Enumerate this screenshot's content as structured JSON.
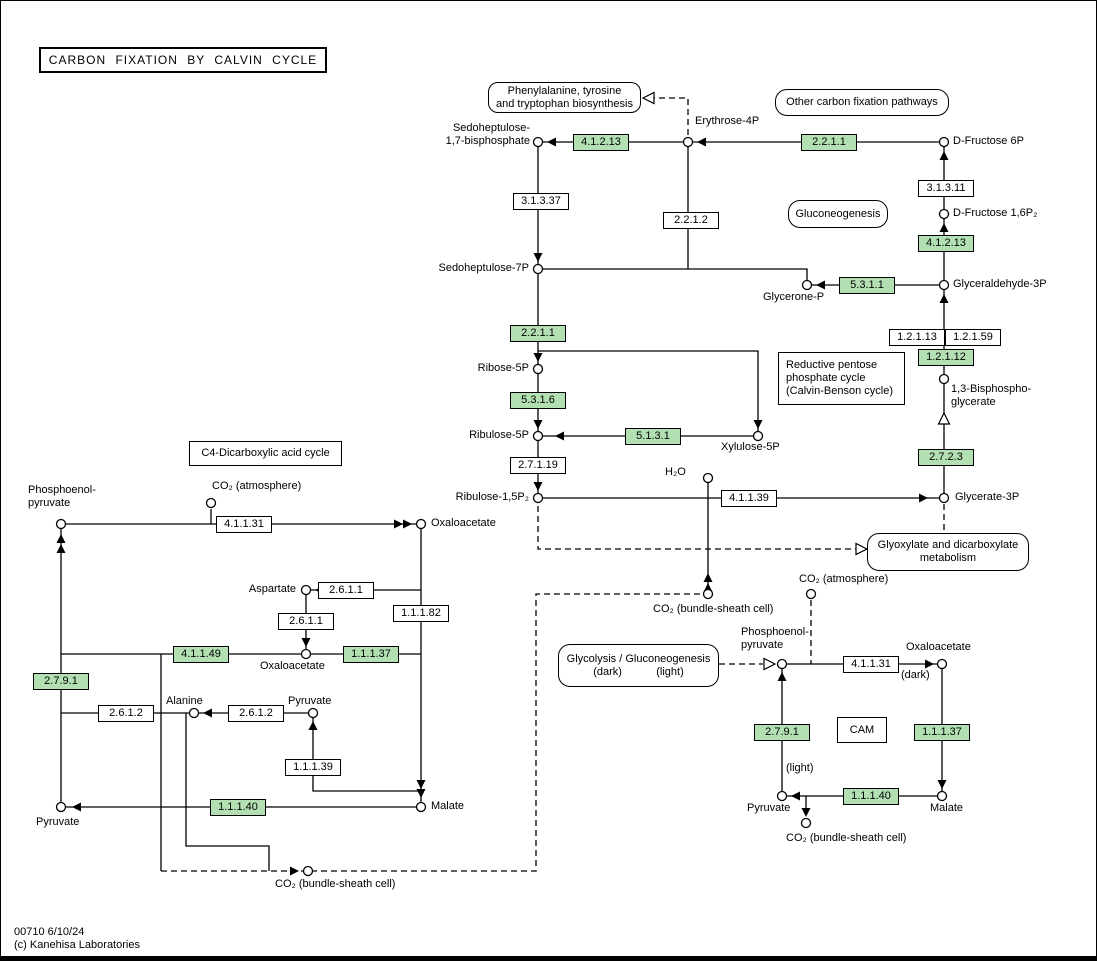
{
  "title": "CARBON FIXATION BY CALVIN CYCLE",
  "footer": {
    "line1": "00710 6/10/24",
    "line2": "(c) Kanehisa Laboratories"
  },
  "colors": {
    "enzyme_highlight": "#b3e0b3",
    "line": "#000000",
    "background": "#ffffff"
  },
  "pathways": {
    "phe_trp": {
      "text": "Phenylalanine, tyrosine\nand tryptophan biosynthesis"
    },
    "other_fixation": {
      "text": "Other carbon fixation pathways"
    },
    "gluconeogenesis": {
      "text": "Gluconeogenesis"
    },
    "reductive_ppc": {
      "text": "Reductive pentose\nphosphate cycle\n(Calvin-Benson cycle)"
    },
    "c4_cycle": {
      "text": "C4-Dicarboxylic acid cycle"
    },
    "glyoxylate": {
      "text": "Glyoxylate and dicarboxylate\nmetabolism"
    },
    "glycolysis": {
      "line1": "Glycolysis / Gluconeogenesis",
      "dark": "(dark)",
      "light": "(light)"
    },
    "cam": {
      "text": "CAM"
    }
  },
  "enzymes": [
    {
      "ec": "4.1.2.13",
      "highlighted": true
    },
    {
      "ec": "2.2.1.1",
      "highlighted": true
    },
    {
      "ec": "3.1.3.37",
      "highlighted": false
    },
    {
      "ec": "2.2.1.2",
      "highlighted": false
    },
    {
      "ec": "3.1.3.11",
      "highlighted": false
    },
    {
      "ec": "4.1.2.13",
      "highlighted": true
    },
    {
      "ec": "5.3.1.1",
      "highlighted": true
    },
    {
      "ec": "1.2.1.13",
      "highlighted": false
    },
    {
      "ec": "1.2.1.59",
      "highlighted": false
    },
    {
      "ec": "1.2.1.12",
      "highlighted": true
    },
    {
      "ec": "2.2.1.1",
      "highlighted": true
    },
    {
      "ec": "5.3.1.6",
      "highlighted": true
    },
    {
      "ec": "5.1.3.1",
      "highlighted": true
    },
    {
      "ec": "2.7.1.19",
      "highlighted": false
    },
    {
      "ec": "2.7.2.3",
      "highlighted": true
    },
    {
      "ec": "4.1.1.39",
      "highlighted": false
    },
    {
      "ec": "4.1.1.31",
      "highlighted": false
    },
    {
      "ec": "2.6.1.1",
      "highlighted": false
    },
    {
      "ec": "2.6.1.1",
      "highlighted": false
    },
    {
      "ec": "1.1.1.82",
      "highlighted": false
    },
    {
      "ec": "4.1.1.49",
      "highlighted": true
    },
    {
      "ec": "1.1.1.37",
      "highlighted": true
    },
    {
      "ec": "2.7.9.1",
      "highlighted": true
    },
    {
      "ec": "2.6.1.2",
      "highlighted": false
    },
    {
      "ec": "2.6.1.2",
      "highlighted": false
    },
    {
      "ec": "1.1.1.39",
      "highlighted": false
    },
    {
      "ec": "1.1.1.40",
      "highlighted": true
    },
    {
      "ec": "4.1.1.31",
      "highlighted": false
    },
    {
      "ec": "2.7.9.1",
      "highlighted": true
    },
    {
      "ec": "1.1.1.37",
      "highlighted": true
    },
    {
      "ec": "1.1.1.40",
      "highlighted": true
    }
  ],
  "compounds": [
    "Sedoheptulose-\n1,7-bisphosphate",
    "Erythrose-4P",
    "D-Fructose 6P",
    "D-Fructose 1,6P₂",
    "Glycerone-P",
    "Glyceraldehyde-3P",
    "Sedoheptulose-7P",
    "Ribose-5P",
    "Ribulose-5P",
    "Xylulose-5P",
    "1,3-Bisphospho-\nglycerate",
    "Ribulose-1,5P₂",
    "H₂O",
    "Glycerate-3P",
    "Phosphoenol-\npyruvate",
    "CO₂ (atmosphere)",
    "Oxaloacetate",
    "Aspartate",
    "Oxaloacetate",
    "Alanine",
    "Pyruvate",
    "Pyruvate",
    "Malate",
    "CO₂ (bundle-sheath cell)",
    "CO₂ (bundle-sheath cell)",
    "CO₂ (atmosphere)",
    "Phosphoenol-\npyruvate",
    "Oxaloacetate",
    "(dark)",
    "(light)",
    "Pyruvate",
    "Malate",
    "CO₂ (bundle-sheath cell)"
  ]
}
